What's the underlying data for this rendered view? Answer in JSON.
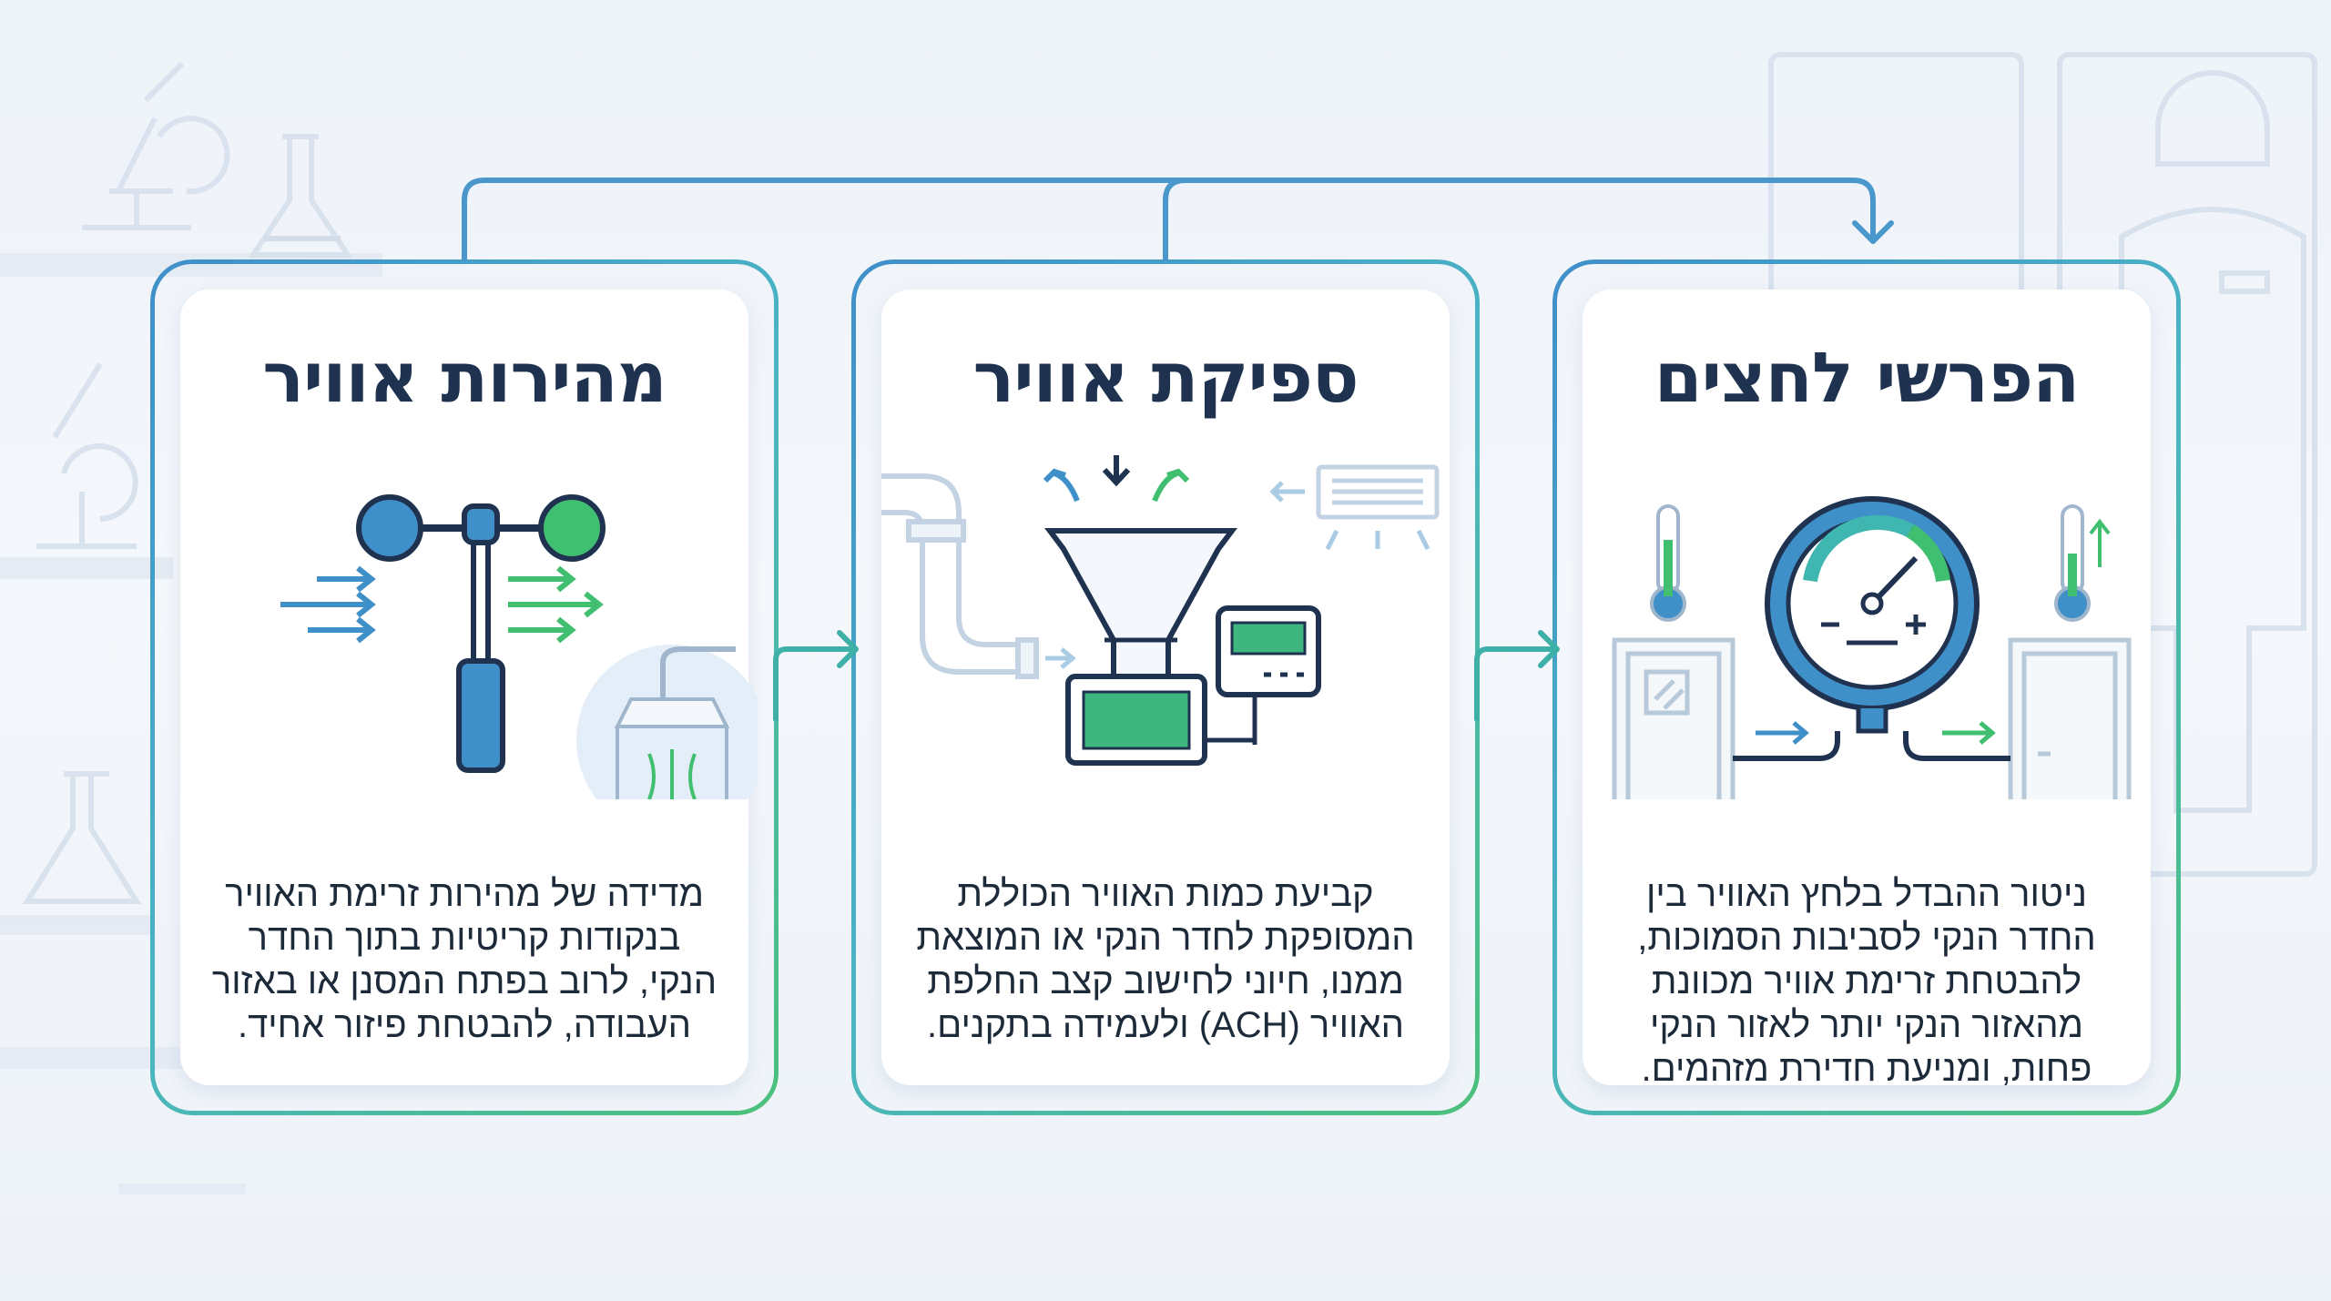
{
  "colors": {
    "blue": "#3f8fc9",
    "green": "#3fbf6f",
    "navy": "#1f3350",
    "text": "#1d2a3a"
  },
  "cards": [
    {
      "title": "הפרשי לחצים",
      "description": "ניטור ההבדל בלחץ האוויר בין החדר הנקי לסביבות הסמוכות, להבטחת זרימת אוויר מכוונת מהאזור הנקי יותר לאזור הנקי פחות, ומניעת חדירת מזהמים.",
      "icons": [
        "pressure-gauge-icon",
        "thermometer-icon",
        "door-icon"
      ]
    },
    {
      "title": "ספיקת אוויר",
      "description": "קביעת כמות האוויר הכוללת המסופקת לחדר הנקי או המוצאת ממנו, חיוני לחישוב קצב החלפת האוויר (ACH) ולעמידה בתקנים.",
      "icons": [
        "flow-hood-icon",
        "meter-icon",
        "duct-icon"
      ]
    },
    {
      "title": "מהירות אוויר",
      "description": "מדידה של מהירות זרימת האוויר בנקודות קריטיות בתוך החדר הנקי, לרוב בפתח המסנן או באזור העבודה, להבטחת פיזור אחיד.",
      "icons": [
        "anemometer-icon",
        "airflow-arrows-icon",
        "fume-hood-icon"
      ]
    }
  ]
}
